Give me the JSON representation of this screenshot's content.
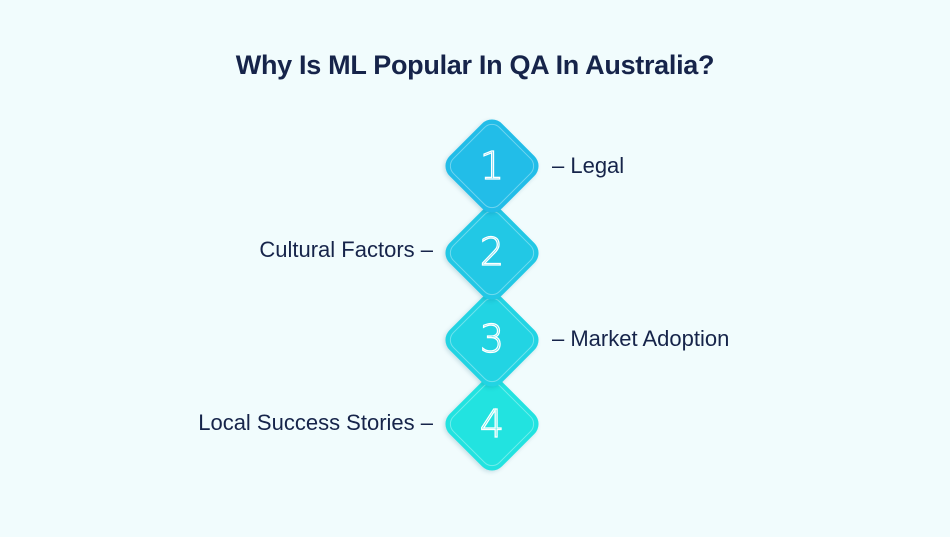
{
  "title": "Why Is ML Popular In QA In Australia?",
  "items": [
    {
      "number": "1",
      "label": "– Legal",
      "side": "right",
      "color": "#22BDE8"
    },
    {
      "number": "2",
      "label": "Cultural Factors –",
      "side": "left",
      "color": "#22C8E5"
    },
    {
      "number": "3",
      "label": "– Market Adoption",
      "side": "right",
      "color": "#22D4E3"
    },
    {
      "number": "4",
      "label": "Local Success Stories –",
      "side": "left",
      "color": "#22E3E0"
    }
  ],
  "colors": {
    "background": "#F1FCFD",
    "text": "#16244A"
  }
}
